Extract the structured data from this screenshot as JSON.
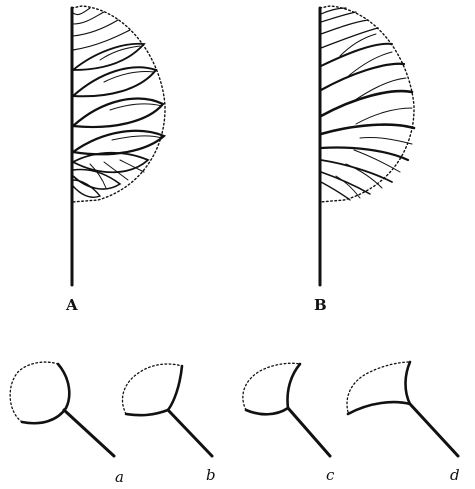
{
  "figure": {
    "labels": {
      "A": "A",
      "B": "B",
      "a": "a",
      "b": "b",
      "c": "c",
      "d": "d"
    }
  }
}
